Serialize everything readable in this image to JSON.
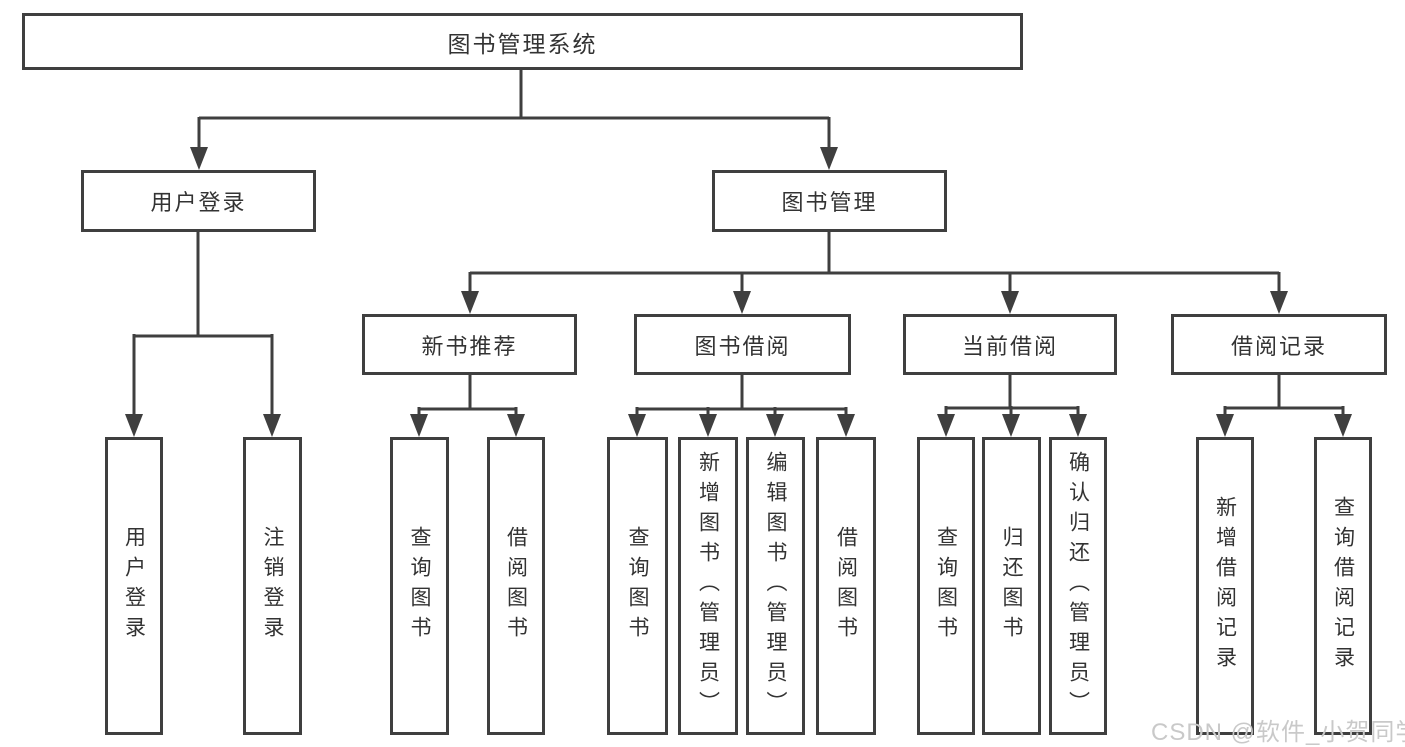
{
  "colors": {
    "page_bg": "#ffffff",
    "box_bg": "#ffffff",
    "line": "#3f3f3f",
    "text": "#333333",
    "watermark": "#c9c9c9"
  },
  "tree": {
    "root": "图书管理系统",
    "login_branch": {
      "label": "用户登录",
      "children": [
        "用户登录",
        "注销登录"
      ]
    },
    "mgmt_branch": {
      "label": "图书管理",
      "groups": [
        {
          "label": "新书推荐",
          "children": [
            "查询图书",
            "借阅图书"
          ]
        },
        {
          "label": "图书借阅",
          "children": [
            "查询图书",
            "新增图书（管理员）",
            "编辑图书（管理员）",
            "借阅图书"
          ]
        },
        {
          "label": "当前借阅",
          "children": [
            "查询图书",
            "归还图书",
            "确认归还（管理员）"
          ]
        },
        {
          "label": "借阅记录",
          "children": [
            "新增借阅记录",
            "查询借阅记录"
          ]
        }
      ]
    }
  },
  "watermark": {
    "text": "CSDN @软件_小贺同学"
  }
}
